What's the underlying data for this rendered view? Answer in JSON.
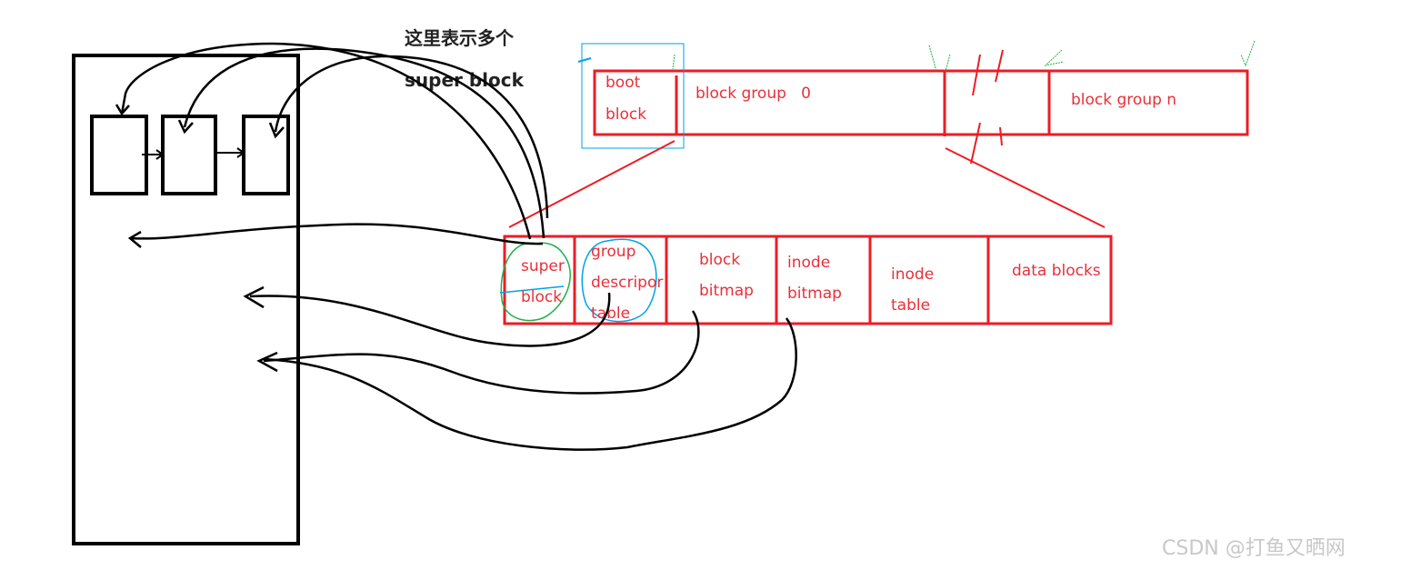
{
  "annotation": {
    "line1": "这里表示多个",
    "line2": "super block"
  },
  "disk_layout": {
    "boot_block": [
      "boot",
      "block"
    ],
    "block_group_0": "block group   0",
    "block_group_n": "block group n"
  },
  "block_group_detail": {
    "super_block": [
      "super",
      "block"
    ],
    "group_descriptor_table": [
      "group",
      "descripor",
      "table"
    ],
    "block_bitmap": [
      "block",
      "bitmap"
    ],
    "inode_bitmap": [
      "inode",
      "bitmap"
    ],
    "inode_table": [
      "inode",
      "table"
    ],
    "data_blocks": "data blocks"
  },
  "watermark": "CSDN @打鱼又晒网",
  "colors": {
    "red": "#ed1c24",
    "black": "#000000",
    "green": "#22b14c",
    "blue": "#00a2e8"
  }
}
